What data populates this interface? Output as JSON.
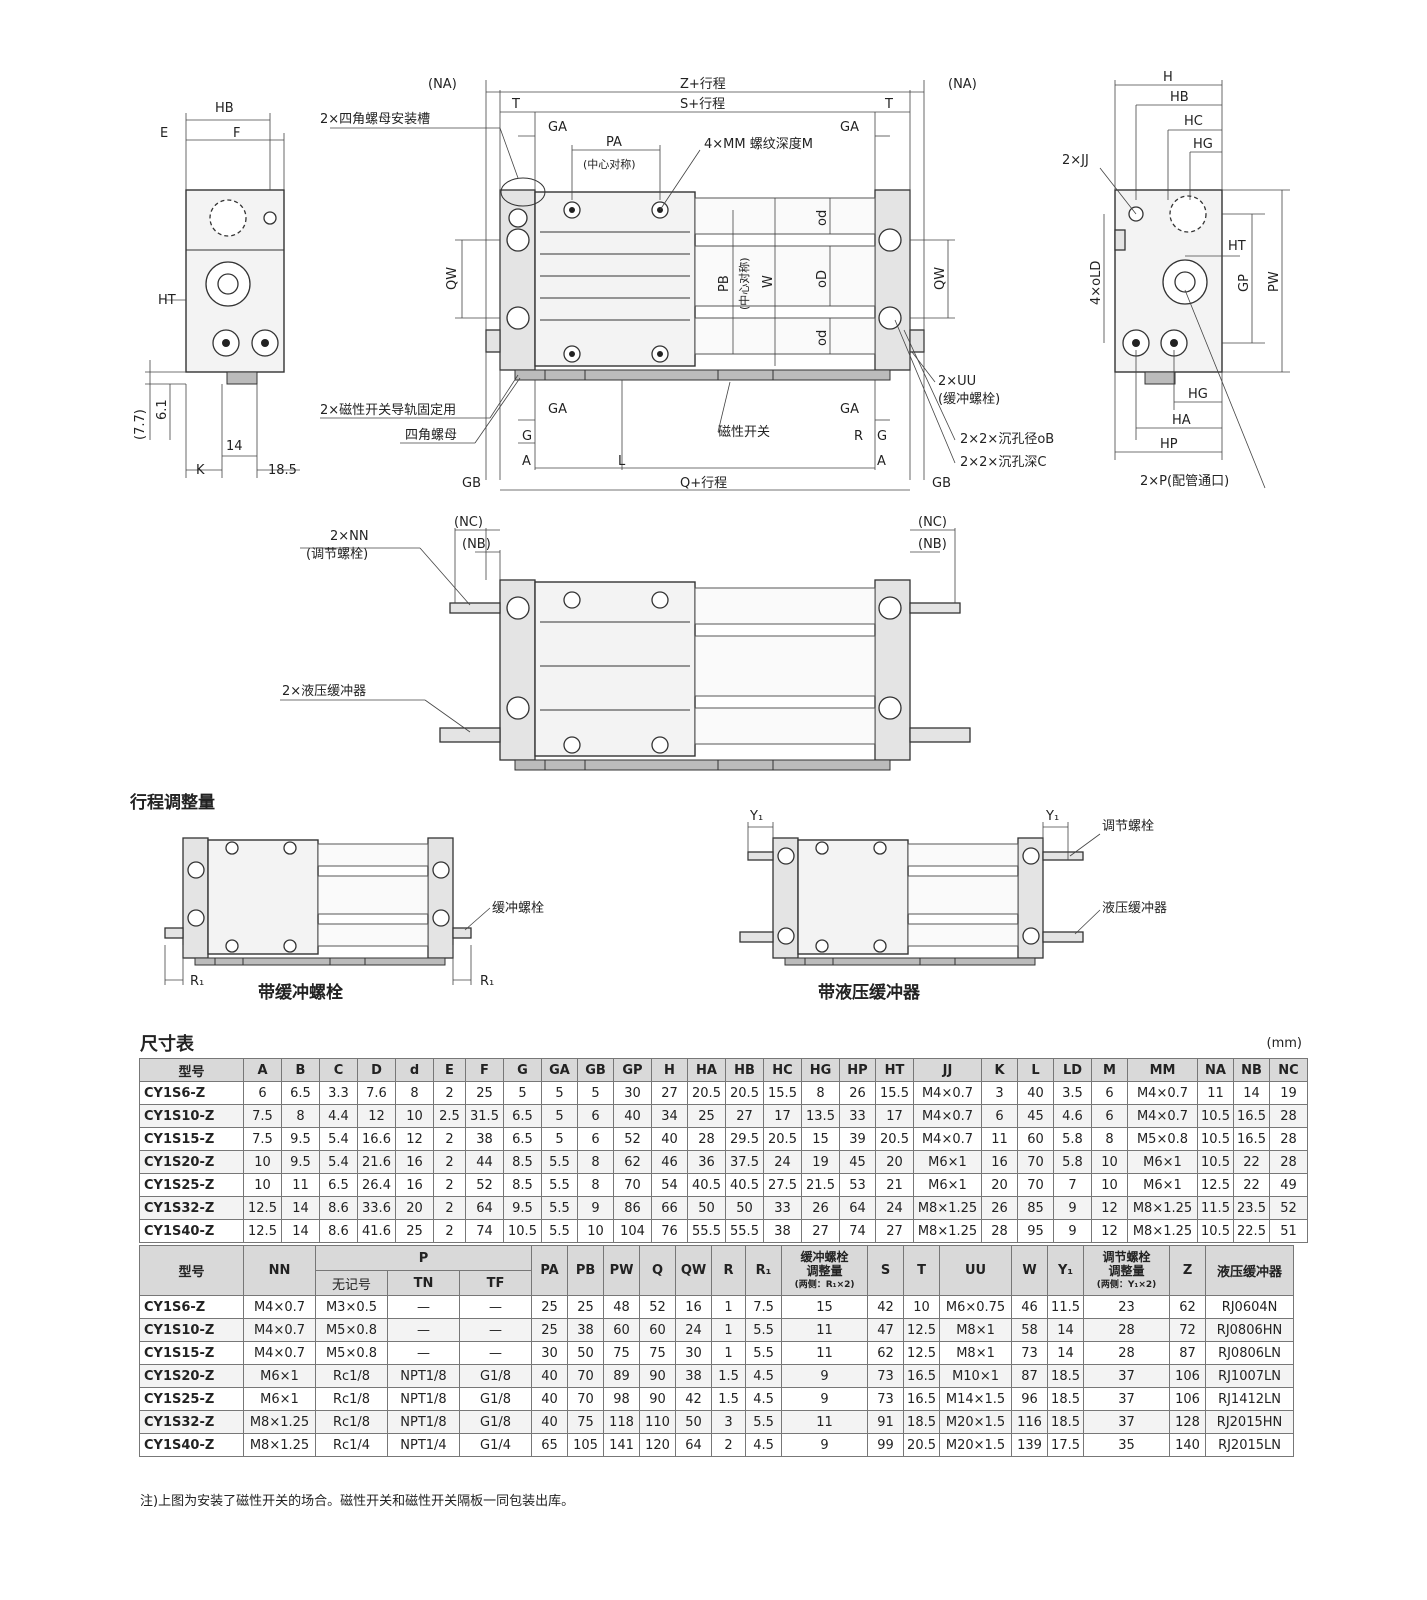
{
  "labels": {
    "na_left": "(NA)",
    "na_right": "(NA)",
    "z_stroke": "Z+行程",
    "s_stroke": "S+行程",
    "t_left": "T",
    "t_right": "T",
    "ga_top_left": "GA",
    "ga_top_right": "GA",
    "pa_dim": "PA",
    "pa_note": "(中心对称)",
    "mm_thread": "4×MM 螺纹深度M",
    "square_nut_slot": "2×四角螺母安装槽",
    "qw_left": "QW",
    "qw_right": "QW",
    "pb_dim": "PB",
    "pb_note": "(中心对称)",
    "w_dim": "W",
    "od_top": "od",
    "od_mid": "oD",
    "od_bot": "od",
    "uu": "2×UU",
    "uu_note": "(缓冲螺栓)",
    "switch_rail": "2×磁性开关导轨固定用",
    "square_nut": "四角螺母",
    "ga_bot_left": "GA",
    "ga_bot_right": "GA",
    "g_left": "G",
    "g_right": "G",
    "r_right": "R",
    "mag_switch": "磁性开关",
    "a_left": "A",
    "a_right": "A",
    "l_dim": "L",
    "gb_left": "GB",
    "gb_right": "GB",
    "q_stroke": "Q+行程",
    "counterbore_d": "2×2×沉孔径oB",
    "counterbore_c": "2×2×沉孔深C",
    "hb_left": "HB",
    "e_left": "E",
    "f_left": "F",
    "ht_left": "HT",
    "d77": "(7.7)",
    "d61": "6.1",
    "d14": "14",
    "k_left": "K",
    "d185": "18.5",
    "h_right": "H",
    "hb_right": "HB",
    "hc_right": "HC",
    "hg_right_top": "HG",
    "jj_right": "2×JJ",
    "ht_right": "HT",
    "ld_right": "4×oLD",
    "gp_right": "GP",
    "pw_right": "PW",
    "hg_right_bot": "HG",
    "ha_right": "HA",
    "hp_right": "HP",
    "p_port": "2×P(配管通口)",
    "nn": "2×NN",
    "nn_note": "(调节螺栓)",
    "nc_left": "(NC)",
    "nb_left": "(NB)",
    "nc_right": "(NC)",
    "nb_right": "(NB)",
    "shock": "2×液压缓冲器",
    "stroke_adjust": "行程调整量",
    "cushion_bolt": "缓冲螺栓",
    "r1_left": "R₁",
    "r1_right": "R₁",
    "with_cushion": "带缓冲螺栓",
    "y1_left": "Y₁",
    "y1_right": "Y₁",
    "adjust_bolt": "调节螺栓",
    "hydraulic": "液压缓冲器",
    "with_hydraulic": "带液压缓冲器"
  },
  "table_title": "尺寸表",
  "unit": "(mm)",
  "table1": {
    "headers": [
      "型号",
      "A",
      "B",
      "C",
      "D",
      "d",
      "E",
      "F",
      "G",
      "GA",
      "GB",
      "GP",
      "H",
      "HA",
      "HB",
      "HC",
      "HG",
      "HP",
      "HT",
      "JJ",
      "K",
      "L",
      "LD",
      "M",
      "MM",
      "NA",
      "NB",
      "NC"
    ],
    "rows": [
      [
        "CY1S6-Z",
        "6",
        "6.5",
        "3.3",
        "7.6",
        "8",
        "2",
        "25",
        "5",
        "5",
        "5",
        "30",
        "27",
        "20.5",
        "20.5",
        "15.5",
        "8",
        "26",
        "15.5",
        "M4×0.7",
        "3",
        "40",
        "3.5",
        "6",
        "M4×0.7",
        "11",
        "14",
        "19"
      ],
      [
        "CY1S10-Z",
        "7.5",
        "8",
        "4.4",
        "12",
        "10",
        "2.5",
        "31.5",
        "6.5",
        "5",
        "6",
        "40",
        "34",
        "25",
        "27",
        "17",
        "13.5",
        "33",
        "17",
        "M4×0.7",
        "6",
        "45",
        "4.6",
        "6",
        "M4×0.7",
        "10.5",
        "16.5",
        "28"
      ],
      [
        "CY1S15-Z",
        "7.5",
        "9.5",
        "5.4",
        "16.6",
        "12",
        "2",
        "38",
        "6.5",
        "5",
        "6",
        "52",
        "40",
        "28",
        "29.5",
        "20.5",
        "15",
        "39",
        "20.5",
        "M4×0.7",
        "11",
        "60",
        "5.8",
        "8",
        "M5×0.8",
        "10.5",
        "16.5",
        "28"
      ],
      [
        "CY1S20-Z",
        "10",
        "9.5",
        "5.4",
        "21.6",
        "16",
        "2",
        "44",
        "8.5",
        "5.5",
        "8",
        "62",
        "46",
        "36",
        "37.5",
        "24",
        "19",
        "45",
        "20",
        "M6×1",
        "16",
        "70",
        "5.8",
        "10",
        "M6×1",
        "10.5",
        "22",
        "28"
      ],
      [
        "CY1S25-Z",
        "10",
        "11",
        "6.5",
        "26.4",
        "16",
        "2",
        "52",
        "8.5",
        "5.5",
        "8",
        "70",
        "54",
        "40.5",
        "40.5",
        "27.5",
        "21.5",
        "53",
        "21",
        "M6×1",
        "20",
        "70",
        "7",
        "10",
        "M6×1",
        "12.5",
        "22",
        "49"
      ],
      [
        "CY1S32-Z",
        "12.5",
        "14",
        "8.6",
        "33.6",
        "20",
        "2",
        "64",
        "9.5",
        "5.5",
        "9",
        "86",
        "66",
        "50",
        "50",
        "33",
        "26",
        "64",
        "24",
        "M8×1.25",
        "26",
        "85",
        "9",
        "12",
        "M8×1.25",
        "11.5",
        "23.5",
        "52"
      ],
      [
        "CY1S40-Z",
        "12.5",
        "14",
        "8.6",
        "41.6",
        "25",
        "2",
        "74",
        "10.5",
        "5.5",
        "10",
        "104",
        "76",
        "55.5",
        "55.5",
        "38",
        "27",
        "74",
        "27",
        "M8×1.25",
        "28",
        "95",
        "9",
        "12",
        "M8×1.25",
        "10.5",
        "22.5",
        "51"
      ]
    ]
  },
  "table2": {
    "h_model": "型号",
    "h_nn": "NN",
    "h_p": "P",
    "h_p_none": "无记号",
    "h_p_tn": "TN",
    "h_p_tf": "TF",
    "h_pa": "PA",
    "h_pb": "PB",
    "h_pw": "PW",
    "h_q": "Q",
    "h_qw": "QW",
    "h_r": "R",
    "h_r1": "R₁",
    "h_cushion1": "缓冲螺栓",
    "h_cushion2": "调整量",
    "h_cushion3": "(两侧：R₁×2)",
    "h_s": "S",
    "h_t": "T",
    "h_uu": "UU",
    "h_w": "W",
    "h_y1": "Y₁",
    "h_adj1": "调节螺栓",
    "h_adj2": "调整量",
    "h_adj3": "(两侧：Y₁×2)",
    "h_z": "Z",
    "h_shock": "液压缓冲器",
    "rows": [
      [
        "CY1S6-Z",
        "M4×0.7",
        "M3×0.5",
        "—",
        "—",
        "25",
        "25",
        "48",
        "52",
        "16",
        "1",
        "7.5",
        "15",
        "42",
        "10",
        "M6×0.75",
        "46",
        "11.5",
        "23",
        "62",
        "RJ0604N"
      ],
      [
        "CY1S10-Z",
        "M4×0.7",
        "M5×0.8",
        "—",
        "—",
        "25",
        "38",
        "60",
        "60",
        "24",
        "1",
        "5.5",
        "11",
        "47",
        "12.5",
        "M8×1",
        "58",
        "14",
        "28",
        "72",
        "RJ0806HN"
      ],
      [
        "CY1S15-Z",
        "M4×0.7",
        "M5×0.8",
        "—",
        "—",
        "30",
        "50",
        "75",
        "75",
        "30",
        "1",
        "5.5",
        "11",
        "62",
        "12.5",
        "M8×1",
        "73",
        "14",
        "28",
        "87",
        "RJ0806LN"
      ],
      [
        "CY1S20-Z",
        "M6×1",
        "Rc1/8",
        "NPT1/8",
        "G1/8",
        "40",
        "70",
        "89",
        "90",
        "38",
        "1.5",
        "4.5",
        "9",
        "73",
        "16.5",
        "M10×1",
        "87",
        "18.5",
        "37",
        "106",
        "RJ1007LN"
      ],
      [
        "CY1S25-Z",
        "M6×1",
        "Rc1/8",
        "NPT1/8",
        "G1/8",
        "40",
        "70",
        "98",
        "90",
        "42",
        "1.5",
        "4.5",
        "9",
        "73",
        "16.5",
        "M14×1.5",
        "96",
        "18.5",
        "37",
        "106",
        "RJ1412LN"
      ],
      [
        "CY1S32-Z",
        "M8×1.25",
        "Rc1/8",
        "NPT1/8",
        "G1/8",
        "40",
        "75",
        "118",
        "110",
        "50",
        "3",
        "5.5",
        "11",
        "91",
        "18.5",
        "M20×1.5",
        "116",
        "18.5",
        "37",
        "128",
        "RJ2015HN"
      ],
      [
        "CY1S40-Z",
        "M8×1.25",
        "Rc1/4",
        "NPT1/4",
        "G1/4",
        "65",
        "105",
        "141",
        "120",
        "64",
        "2",
        "4.5",
        "9",
        "99",
        "20.5",
        "M20×1.5",
        "139",
        "17.5",
        "35",
        "140",
        "RJ2015LN"
      ]
    ]
  },
  "note": "注)上图为安装了磁性开关的场合。磁性开关和磁性开关隔板一同包装出库。"
}
